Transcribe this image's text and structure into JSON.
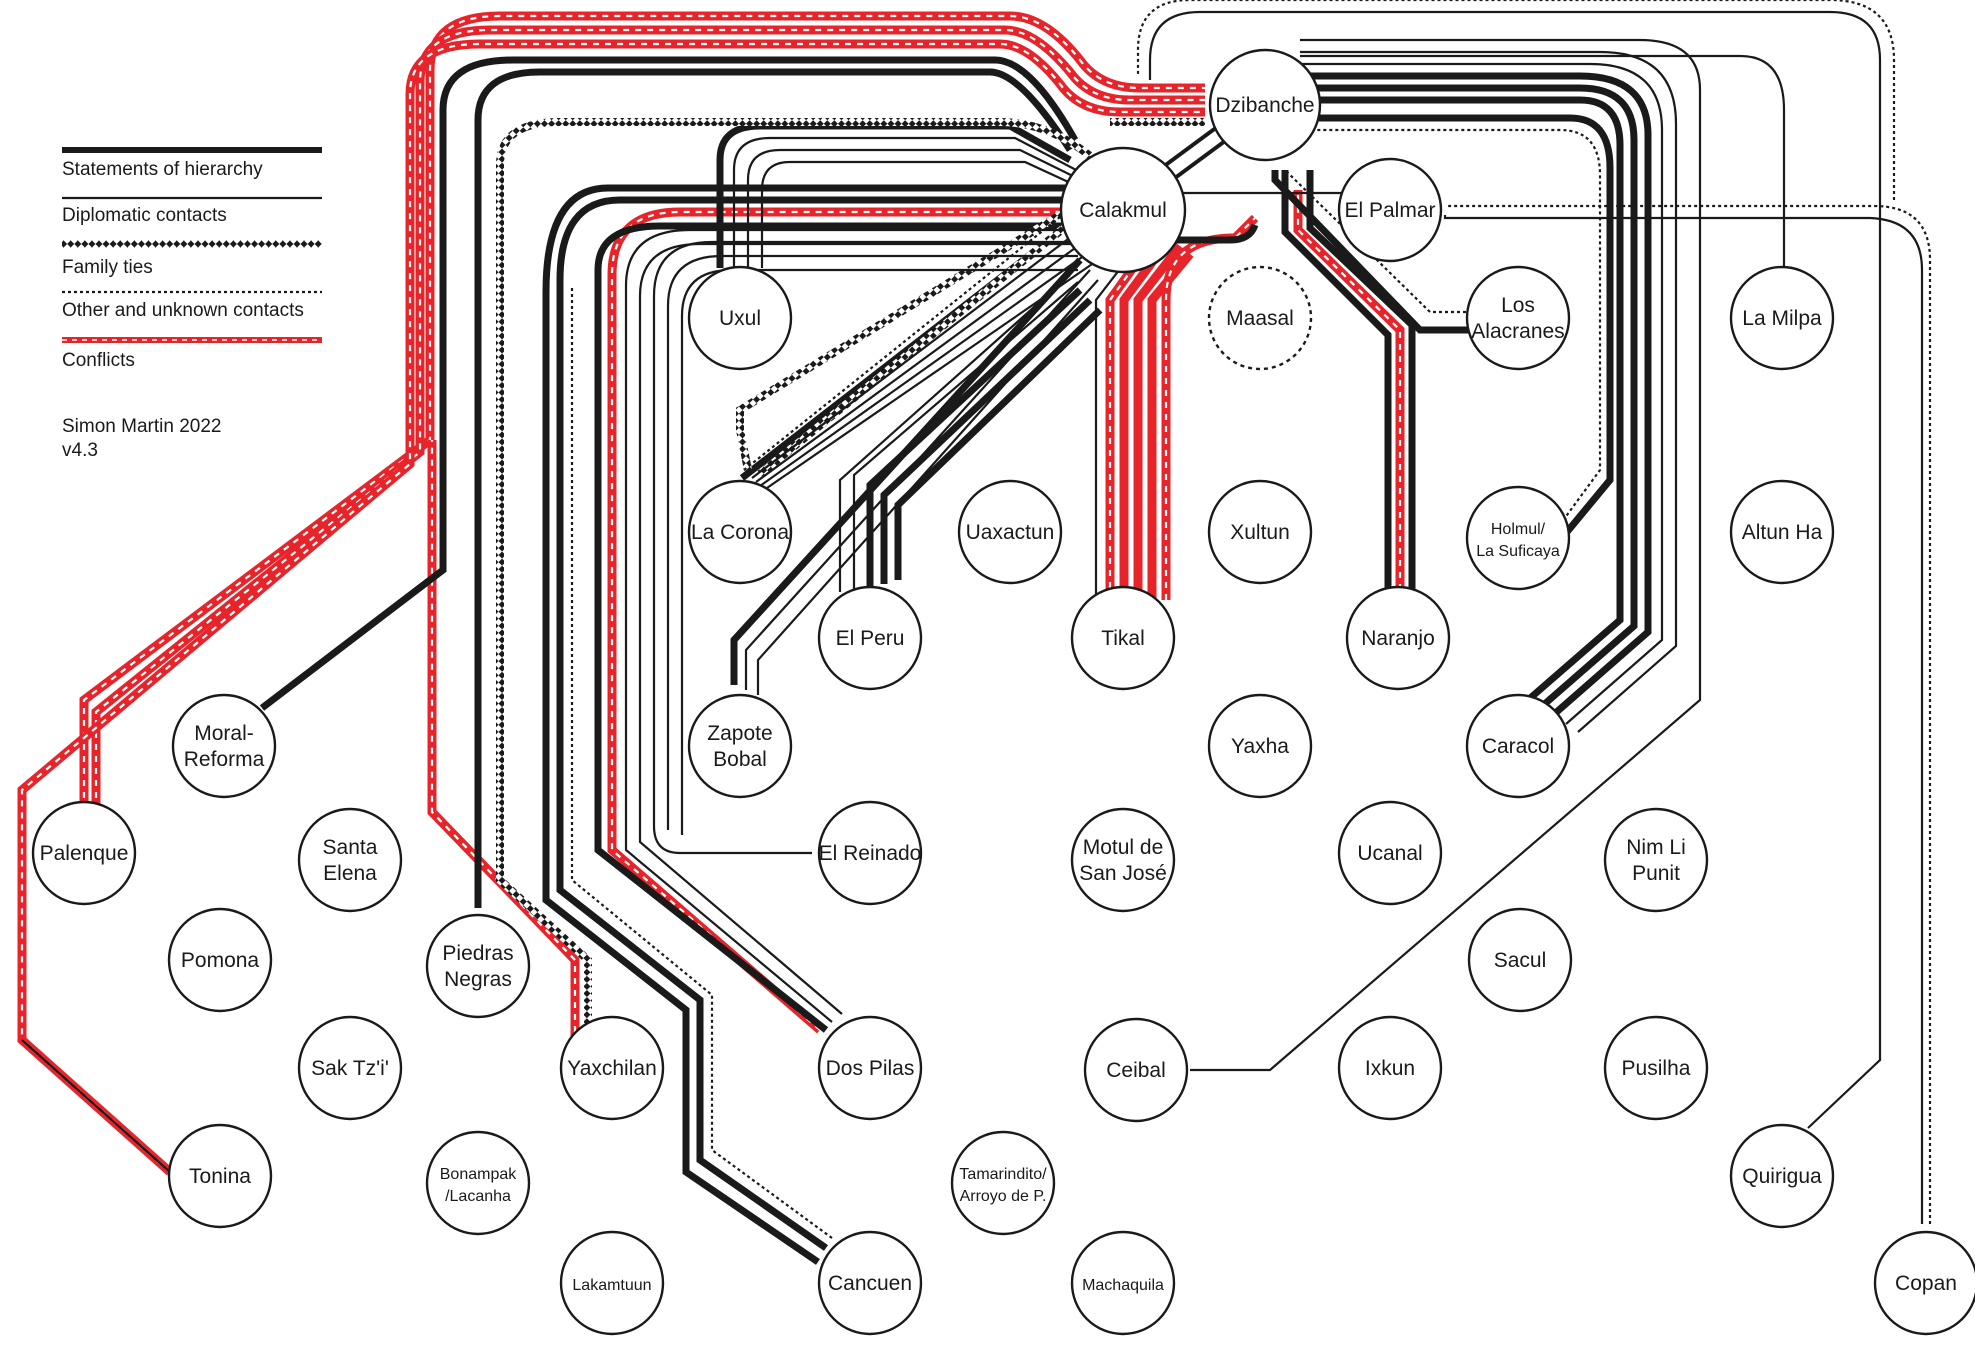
{
  "legend": {
    "hierarchy": "Statements of hierarchy",
    "diplomatic": "Diplomatic contacts",
    "family": "Family ties",
    "other": "Other and unknown contacts",
    "conflicts": "Conflicts"
  },
  "credit": {
    "author": "Simon Martin 2022",
    "version": "v4.3"
  },
  "colors": {
    "line": "#1a1a1a",
    "conflict": "#e8242b",
    "node_fill": "#ffffff"
  },
  "line_types": [
    "hierarchy",
    "diplomatic",
    "family",
    "other",
    "conflicts"
  ],
  "sites": {
    "dzibanche": "Dzibanche",
    "calakmul": "Calakmul",
    "el_palmar": "El Palmar",
    "uxul": "Uxul",
    "maasal": "Maasal",
    "los_alacranes": [
      "Los",
      "Alacranes"
    ],
    "la_milpa": "La Milpa",
    "la_corona": "La Corona",
    "uaxactun": "Uaxactun",
    "xultun": "Xultun",
    "holmul": [
      "Holmul/",
      "La Suficaya"
    ],
    "altun_ha": "Altun Ha",
    "el_peru": "El Peru",
    "tikal": "Tikal",
    "naranjo": "Naranjo",
    "moral_reforma": [
      "Moral-",
      "Reforma"
    ],
    "zapote_bobal": [
      "Zapote",
      "Bobal"
    ],
    "yaxha": "Yaxha",
    "caracol": "Caracol",
    "palenque": "Palenque",
    "santa_elena": [
      "Santa",
      "Elena"
    ],
    "el_reinado": "El Reinado",
    "motul": [
      "Motul de",
      "San José"
    ],
    "ucanal": "Ucanal",
    "nim_li_punit": [
      "Nim Li",
      "Punit"
    ],
    "pomona": "Pomona",
    "piedras_negras": [
      "Piedras",
      "Negras"
    ],
    "sacul": "Sacul",
    "sak_tzi": "Sak Tz'i'",
    "yaxchilan": "Yaxchilan",
    "dos_pilas": "Dos Pilas",
    "ceibal": "Ceibal",
    "ixkun": "Ixkun",
    "pusilha": "Pusilha",
    "tonina": "Tonina",
    "bonampak": [
      "Bonampak",
      "/Lacanha"
    ],
    "tamarindito": [
      "Tamarindito/",
      "Arroyo de P."
    ],
    "quirigua": "Quirigua",
    "lakamtuun": "Lakamtuun",
    "cancuen": "Cancuen",
    "machaquila": "Machaquila",
    "copan": "Copan"
  }
}
